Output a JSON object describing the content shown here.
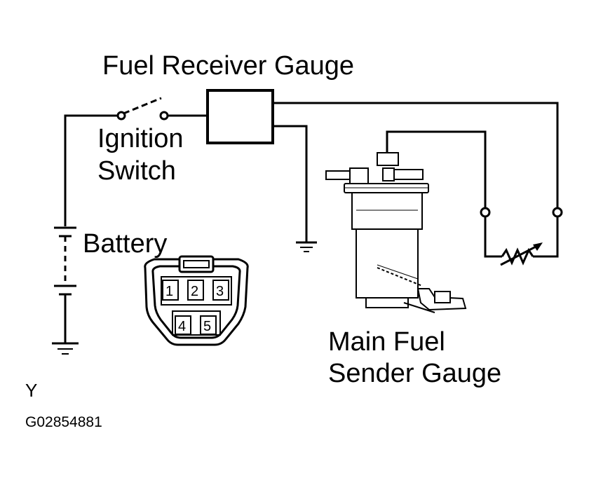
{
  "labels": {
    "receiver_gauge": "Fuel Receiver Gauge",
    "ignition_line1": "Ignition",
    "ignition_line2": "Switch",
    "battery": "Battery",
    "sender_line1": "Main Fuel",
    "sender_line2": "Sender Gauge",
    "view_letter": "Y",
    "figure_code": "G02854881"
  },
  "connector_pins": [
    "1",
    "2",
    "3",
    "4",
    "5"
  ]
}
